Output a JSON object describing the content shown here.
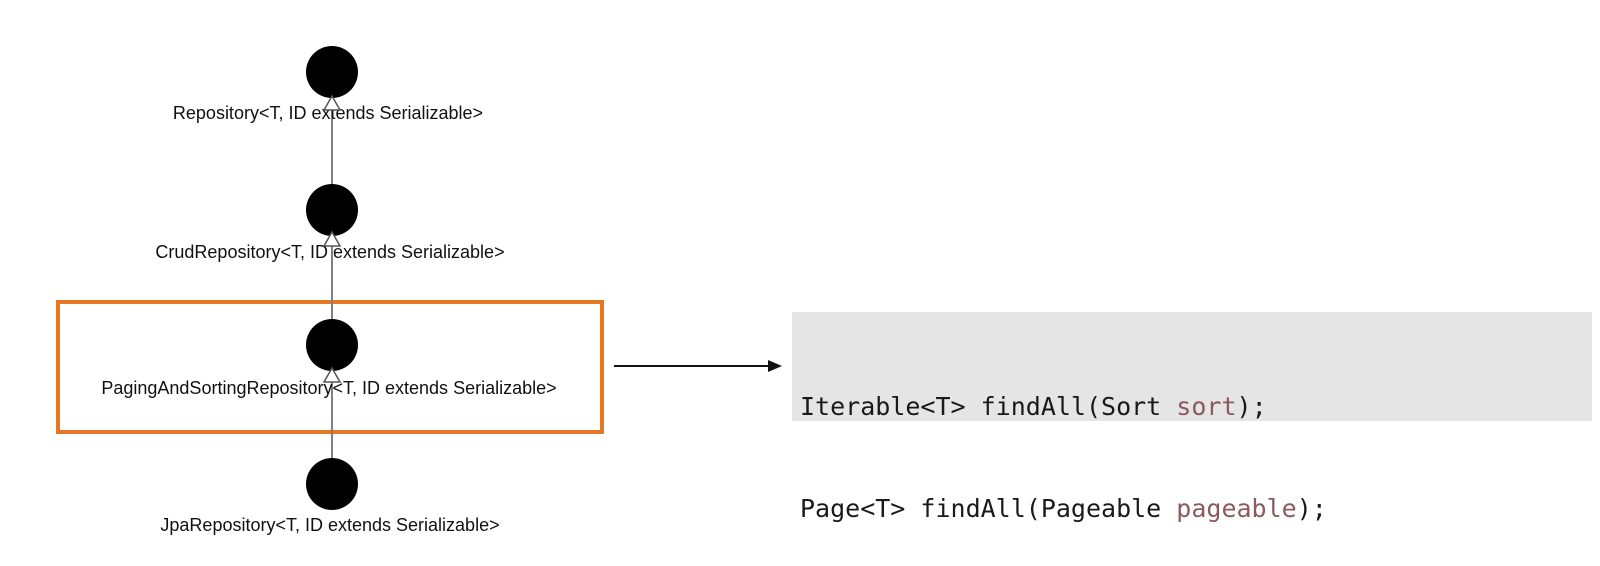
{
  "colors": {
    "node_fill": "#000000",
    "edge": "#808080",
    "highlight_border": "#e87722",
    "code_background": "#e5e5e6",
    "code_param": "#8b5a5e"
  },
  "diagram": {
    "nodes": [
      {
        "id": "repository",
        "label": "Repository<T, ID extends Serializable>"
      },
      {
        "id": "crud-repository",
        "label": "CrudRepository<T, ID extends Serializable>"
      },
      {
        "id": "paging-and-sorting-repository",
        "label": "PagingAndSortingRepository<T, ID extends Serializable>",
        "highlighted": true
      },
      {
        "id": "jpa-repository",
        "label": "JpaRepository<T, ID extends Serializable>"
      }
    ],
    "edges": [
      {
        "from": "crud-repository",
        "to": "repository",
        "arrow": "hollow-triangle"
      },
      {
        "from": "paging-and-sorting-repository",
        "to": "crud-repository",
        "arrow": "hollow-triangle"
      },
      {
        "from": "jpa-repository",
        "to": "paging-and-sorting-repository",
        "arrow": "hollow-triangle"
      }
    ]
  },
  "code_panel": {
    "lines": [
      {
        "prefix": "Iterable<T> findAll(Sort ",
        "param": "sort",
        "suffix": ");"
      },
      {
        "prefix": "Page<T> findAll(Pageable ",
        "param": "pageable",
        "suffix": ");"
      }
    ]
  }
}
